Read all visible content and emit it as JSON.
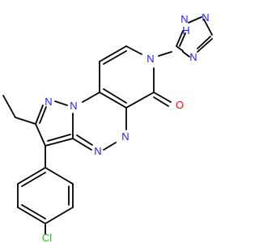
{
  "molecule": {
    "colors": {
      "bond": "#000000",
      "nitrogen": "#2020ff",
      "oxygen": "#ff0000",
      "chlorine": "#1fc01f",
      "hydrogen_on_nitrogen": "#2020ff"
    },
    "labels": {
      "n_triazole_top": "N",
      "h_triazole": "H",
      "n_triazole_bh": "N",
      "n_triazole_right": "N",
      "n_pyridone": "N",
      "o_carbonyl": "O",
      "n_pyrazole_left": "N",
      "n_pyrazole_bridge": "N",
      "n_triazine_1": "N",
      "n_triazine_2": "N",
      "cl": "Cl"
    }
  }
}
